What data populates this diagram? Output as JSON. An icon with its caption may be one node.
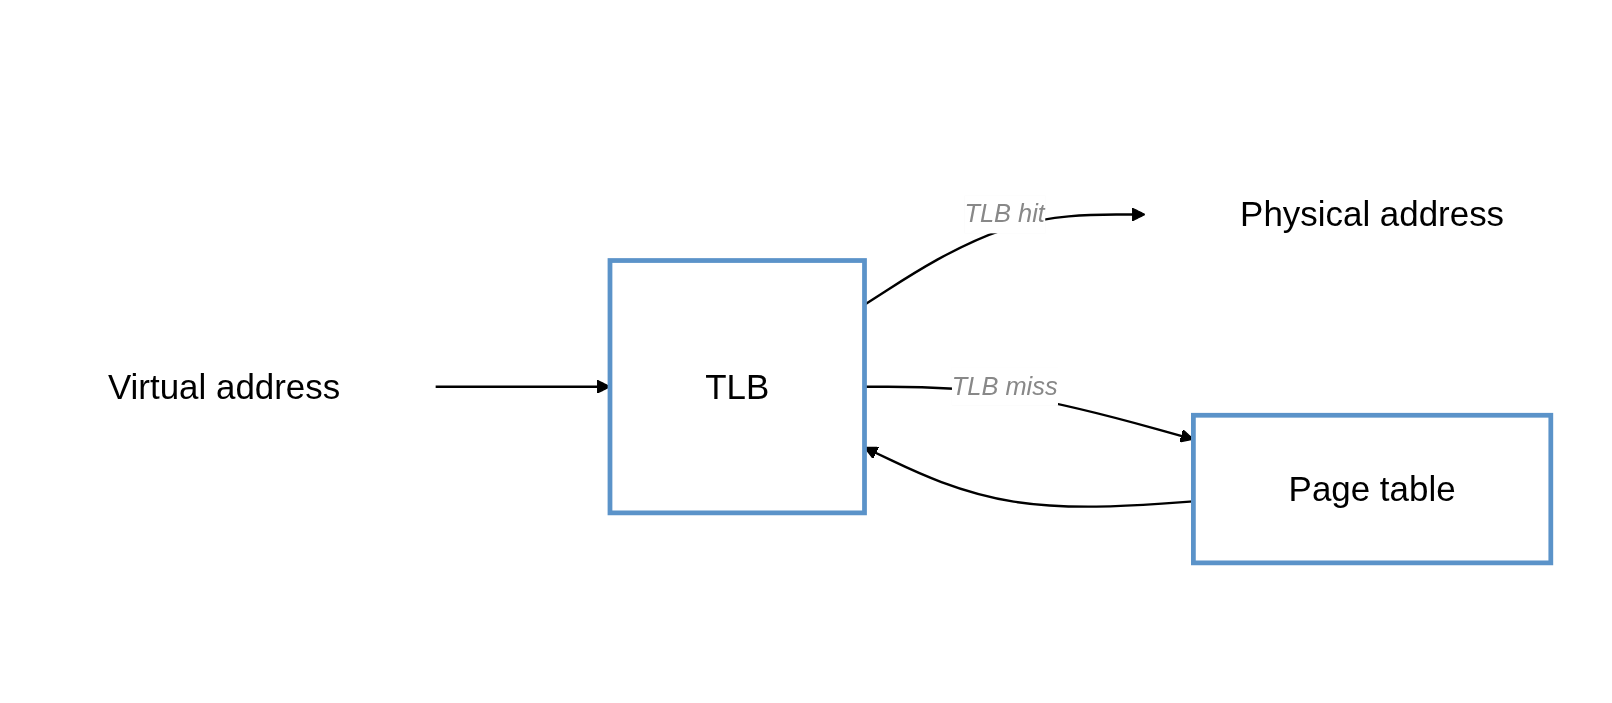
{
  "diagram": {
    "nodes": [
      {
        "text": [
          "Virtual address"
        ]
      },
      {
        "text": [
          "TLB"
        ]
      },
      {
        "text": [
          "Physical address"
        ]
      },
      {
        "text": [
          "Page table"
        ]
      }
    ],
    "edges": [
      {
        "from": 0,
        "to": 1,
        "arrow": "to"
      },
      {
        "from": 1,
        "to": 2,
        "arrow": "to",
        "label": "TLB hit"
      },
      {
        "from": 1,
        "to": 3,
        "arrow": "to",
        "label": "TLB miss"
      },
      {
        "from": 3,
        "to": 1,
        "arrow": "to"
      }
    ]
  }
}
